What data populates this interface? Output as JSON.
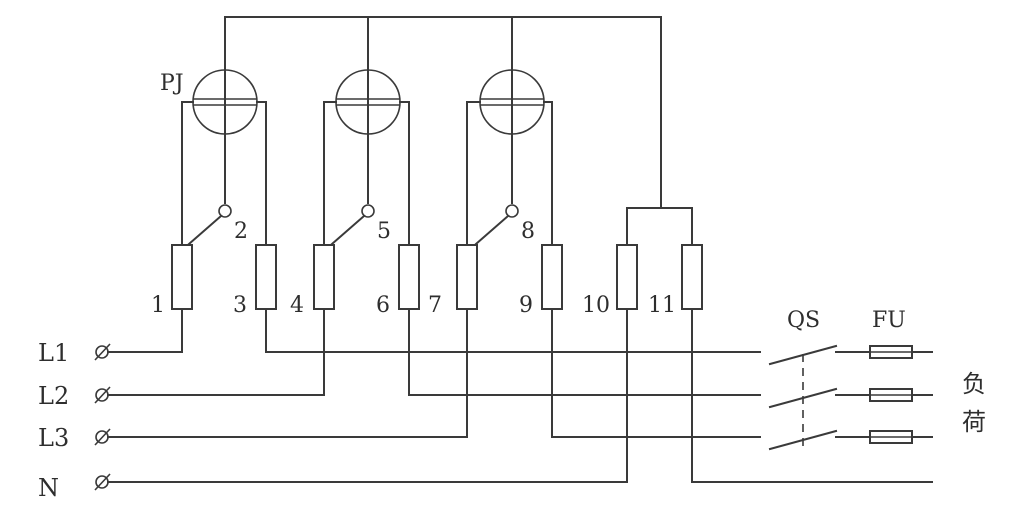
{
  "meter_label": "PJ",
  "terminals": [
    "1",
    "2",
    "3",
    "4",
    "5",
    "6",
    "7",
    "8",
    "9",
    "10",
    "11"
  ],
  "lines": [
    "L1",
    "L2",
    "L3",
    "N"
  ],
  "switch_label": "QS",
  "fuse_label": "FU",
  "load_label_1": "负",
  "load_label_2": "荷"
}
